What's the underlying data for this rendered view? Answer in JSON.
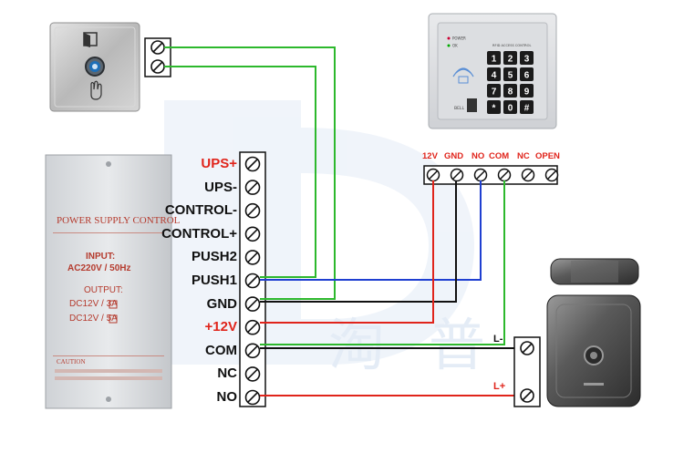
{
  "power_supply": {
    "title": "POWER SUPPLY CONTROL",
    "input_label": "INPUT:",
    "input_value": "AC220V / 50Hz",
    "output_label": "OUTPUT:",
    "output_line1": "DC12V / 3A",
    "output_line2": "DC12V / 5A",
    "caution": "CAUTION"
  },
  "main_terminals": [
    {
      "label": "UPS+",
      "color": "red"
    },
    {
      "label": "UPS-",
      "color": "black"
    },
    {
      "label": "CONTROL-",
      "color": "black"
    },
    {
      "label": "CONTROL+",
      "color": "black"
    },
    {
      "label": "PUSH2",
      "color": "black"
    },
    {
      "label": "PUSH1",
      "color": "black"
    },
    {
      "label": "GND",
      "color": "black"
    },
    {
      "label": "+12V",
      "color": "red"
    },
    {
      "label": "COM",
      "color": "black"
    },
    {
      "label": "NC",
      "color": "black"
    },
    {
      "label": "NO",
      "color": "black"
    }
  ],
  "keypad_terminals": [
    "12V",
    "GND",
    "NO",
    "COM",
    "NC",
    "OPEN"
  ],
  "keypad": {
    "power_led": "POWER",
    "ok_led": "OK",
    "model": "RFID ACCESS CONTROL",
    "bell": "BELL",
    "keys": [
      "1",
      "2",
      "3",
      "4",
      "5",
      "6",
      "7",
      "8",
      "9",
      "*",
      "0",
      "#"
    ]
  },
  "lock_terminals": {
    "minus": "L-",
    "plus": "L+"
  },
  "watermark_chars": [
    "淘",
    "普"
  ],
  "colors": {
    "wire_green": "#2db82d",
    "wire_blue": "#1f3fd1",
    "wire_red": "#e0241b",
    "wire_black": "#111111",
    "label_red": "#e0241b"
  }
}
